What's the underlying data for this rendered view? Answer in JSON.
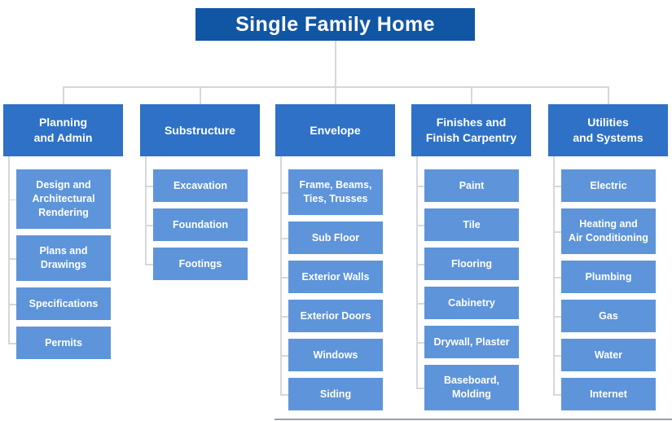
{
  "root": {
    "label": "Single Family Home"
  },
  "colors": {
    "root_bg": "#1155a5",
    "category_bg": "#2e71c6",
    "child_bg": "#5e94da",
    "connector": "#d4d7dc",
    "edge": "#9ba0a6",
    "text": "#ffffff"
  },
  "columns": [
    {
      "label": "Planning\nand Admin",
      "children": [
        "Design and\nArchitectural\nRendering",
        "Plans and\nDrawings",
        "Specifications",
        "Permits"
      ]
    },
    {
      "label": "Substructure",
      "children": [
        "Excavation",
        "Foundation",
        "Footings"
      ]
    },
    {
      "label": "Envelope",
      "children": [
        "Frame, Beams,\nTies, Trusses",
        "Sub Floor",
        "Exterior Walls",
        "Exterior Doors",
        "Windows",
        "Siding"
      ]
    },
    {
      "label": "Finishes and\nFinish Carpentry",
      "children": [
        "Paint",
        "Tile",
        "Flooring",
        "Cabinetry",
        "Drywall, Plaster",
        "Baseboard,\nMolding"
      ]
    },
    {
      "label": "Utilities\nand Systems",
      "children": [
        "Electric",
        "Heating and\nAir Conditioning",
        "Plumbing",
        "Gas",
        "Water",
        "Internet"
      ]
    }
  ]
}
